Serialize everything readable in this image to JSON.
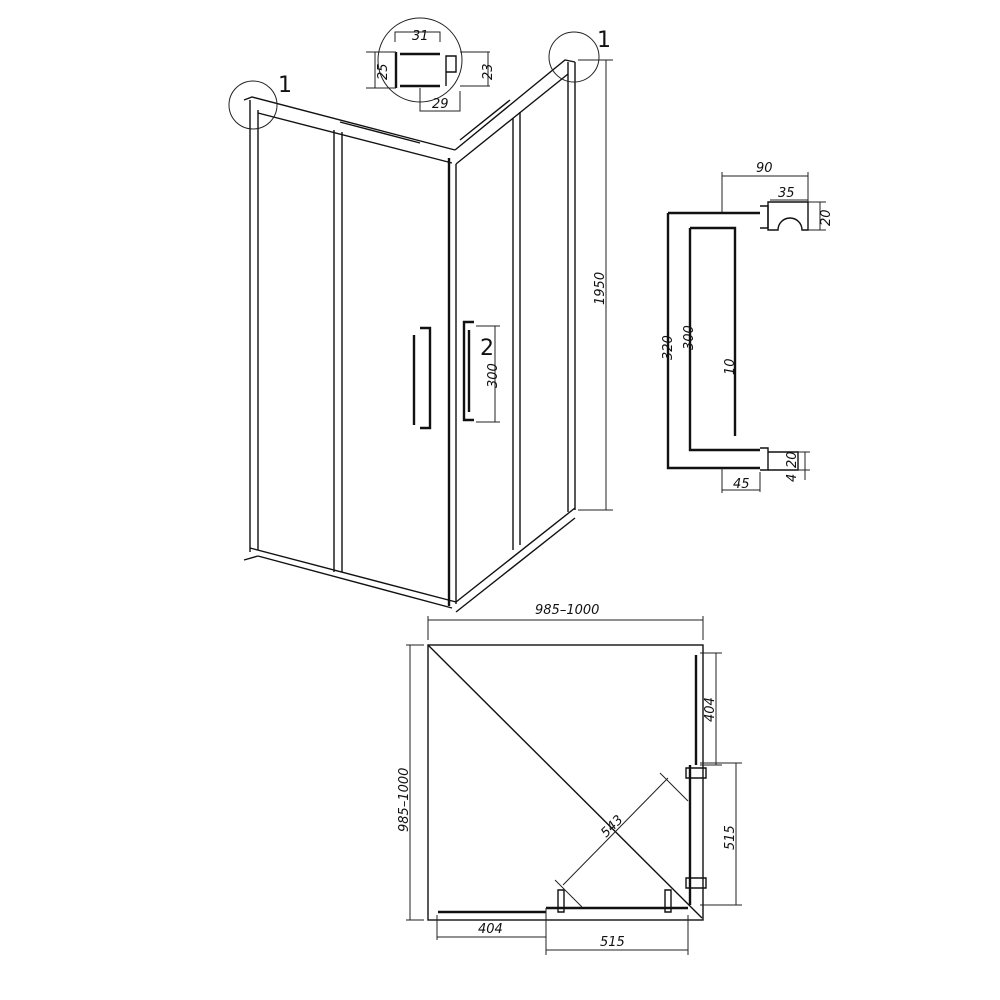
{
  "callouts": {
    "detail_1_left": "1",
    "detail_1_right": "1",
    "handle_2": "2"
  },
  "profile_detail": {
    "width_top": "31",
    "height_left": "25",
    "height_right": "23",
    "width_bottom": "29"
  },
  "enclosure": {
    "height": "1950",
    "handle_length": "300"
  },
  "handle_detail": {
    "width_total": "90",
    "mount_width": "35",
    "mount_height_top": "20",
    "outer_length": "320",
    "inner_length": "300",
    "bar_diameter": "10",
    "mount_height_bottom": "20",
    "thickness": "4",
    "depth": "45"
  },
  "plan_view": {
    "width": "985–1000",
    "depth": "985–1000",
    "fixed_right": "404",
    "door_right": "515",
    "diagonal": "543",
    "fixed_bottom": "404",
    "door_bottom": "515"
  }
}
